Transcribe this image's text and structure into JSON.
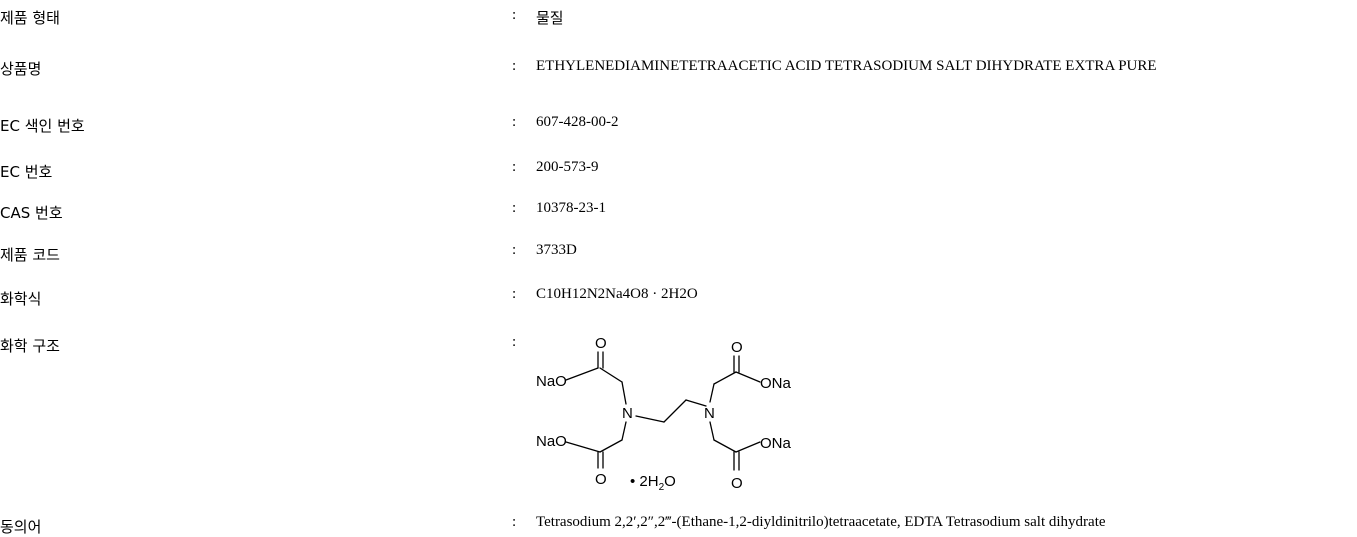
{
  "rows": [
    {
      "label": "제품 형태",
      "value": "물질"
    },
    {
      "label": "상품명",
      "value": "ETHYLENEDIAMINETETRAACETIC ACID TETRASODIUM SALT DIHYDRATE EXTRA PURE"
    },
    {
      "label": "EC 색인 번호",
      "value": "607-428-00-2"
    },
    {
      "label": "EC 번호",
      "value": "200-573-9"
    },
    {
      "label": "CAS 번호",
      "value": "10378-23-1"
    },
    {
      "label": "제품 코드",
      "value": "3733D"
    },
    {
      "label": "화학식",
      "value": "C10H12N2Na4O8 · 2H2O"
    },
    {
      "label": "화학 구조",
      "value": ""
    },
    {
      "label": "동의어",
      "value": "Tetrasodium 2,2′,2″,2‴-(Ethane-1,2-diyldinitrilo)tetraacetate, EDTA Tetrasodium salt dihydrate"
    }
  ],
  "separator": ":",
  "structure": {
    "atoms": {
      "o": "O",
      "nao": "NaO",
      "ona": "ONa",
      "n": "N",
      "hydrate_prefix": "• 2H",
      "hydrate_sub": "2",
      "hydrate_suffix": "O"
    }
  }
}
